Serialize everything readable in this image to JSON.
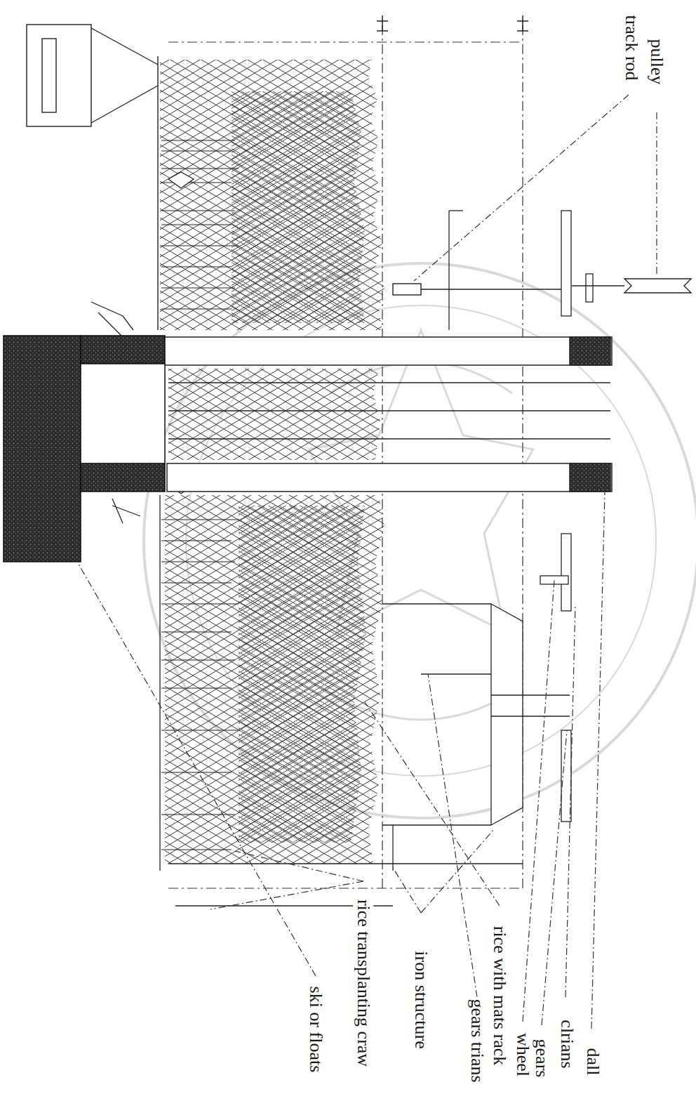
{
  "diagram": {
    "labels": [
      "pulley",
      "track rod",
      "dall",
      "clrians",
      "gears",
      "wheel",
      "rice with mats rack",
      "gears trians",
      "iron structure",
      "rice transplanting craw",
      "ski or floats"
    ]
  }
}
